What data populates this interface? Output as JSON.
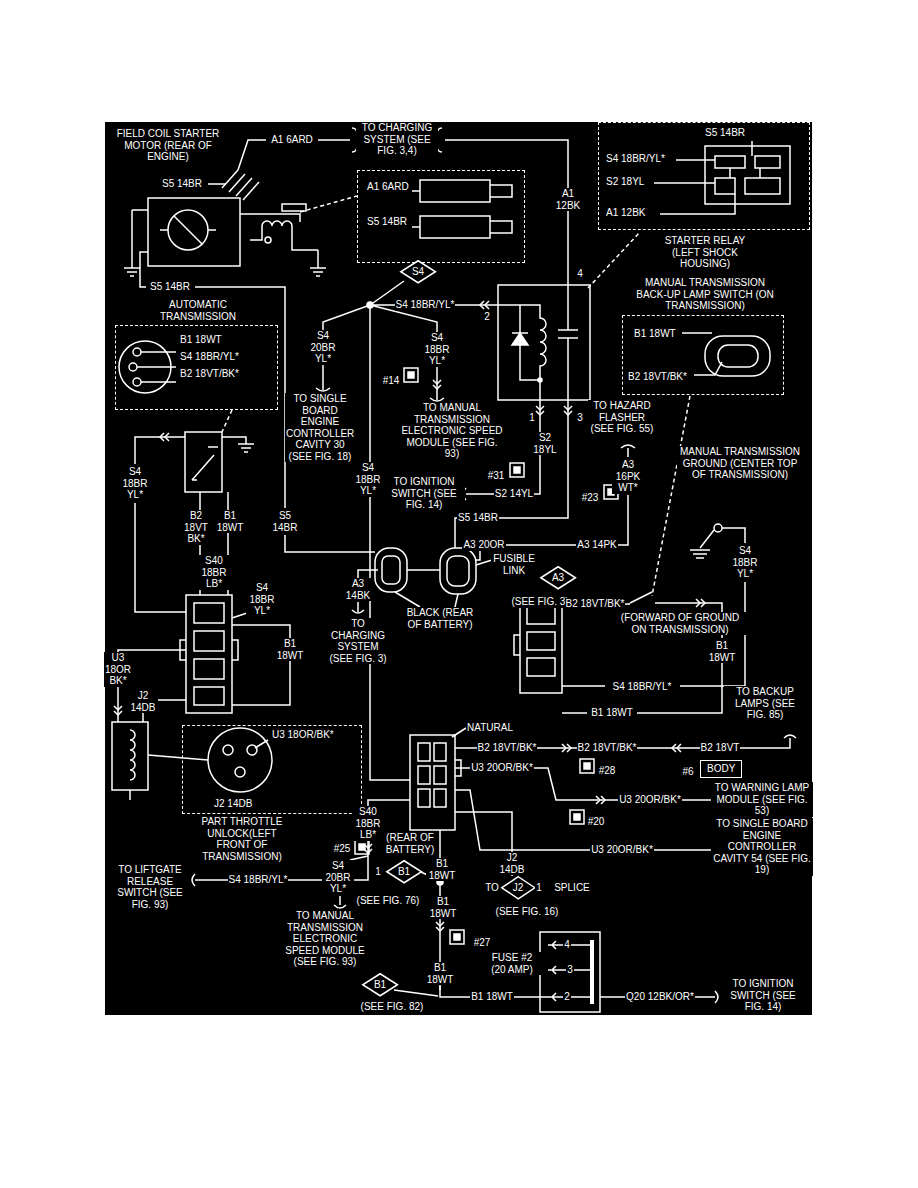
{
  "diagram": {
    "nodes": [
      {
        "text": [
          "A1 6ARD",
          "S5 14BR"
        ]
      },
      {
        "text": [
          "S5 14BR",
          "S4 18BR/YL*",
          "S2 18YL",
          "A1 12BK",
          "STARTER RELAY (LEFT SHOCK HOUSING)"
        ]
      },
      {
        "text": [
          "S4"
        ]
      },
      {
        "text": [
          "AUTOMATIC TRANSMISSION",
          "B1 18WT",
          "S4 18BR/YL*",
          "B2 18VT/BK*"
        ]
      },
      {
        "text": [
          "MANUAL TRANSMISSION BACK-UP LAMP SWITCH (ON TRANSMISSION)",
          "B1 18WT",
          "B2 18VT/BK*"
        ]
      },
      {
        "text": [
          "A3"
        ]
      },
      {
        "text": [
          "U3 18OR/BK*",
          "J2 14DB",
          "PART THROTTLE UNLOCK(LEFT FRONT OF TRANSMISSION)"
        ]
      },
      {
        "text": [
          "BODY"
        ]
      },
      {
        "text": [
          "B1"
        ]
      },
      {
        "text": [
          "J2"
        ]
      },
      {
        "text": [
          "B1"
        ]
      }
    ],
    "labels": [
      "FIELD COIL STARTER MOTOR (REAR OF ENGINE)",
      "A1 6ARD",
      "TO CHARGING SYSTEM (SEE FIG. 3,4)",
      "S5 14BR",
      "A1 12BK",
      "S5 14BR",
      "4",
      "S4 18BR/YL*",
      "2",
      "S4 20BR YL*",
      "S4 18BR YL*",
      "#14",
      "TO SINGLE BOARD ENGINE CONTROLLER CAVITY 30 (SEE FIG. 18)",
      "TO MANUAL TRANSMISSION ELECTRONIC SPEED MODULE (SEE FIG. 93)",
      "1",
      "3",
      "TO HAZARD FLASHER (SEE FIG. 55)",
      "S2 18YL",
      "S4 18BR YL*",
      "S4 18BR YL*",
      "MANUAL TRANSMISSION GROUND (CENTER TOP OF TRANSMISSION)",
      "A3 16PK WT*",
      "#31",
      "TO IGNITION SWITCH (SEE FIG. 14)",
      "S2 14YL",
      "#23",
      "B2 18VT BK*",
      "B1 18WT",
      "S5 14BR",
      "S5 14BR",
      "A3 20OR",
      "A3 14PK",
      "FUSIBLE LINK",
      "S4 18BR YL*",
      "S40 18BR LB*",
      "A3 14BK",
      "S4 18BR YL*",
      "(SEE FIG. 3)",
      "B2 18VT/BK*",
      "BLACK (REAR OF BATTERY)",
      "(FORWARD OF GROUND ON TRANSMISSION)",
      "TO CHARGING SYSTEM (SEE FIG. 3)",
      "B1 18WT",
      "B1 18WT",
      "U3 18OR BK*",
      "S4 18BR/YL*",
      "TO BACKUP LAMPS (SEE FIG. 85)",
      "J2 14DB",
      "B1 18WT",
      "NATURAL",
      "B2 18VT/BK*",
      "B2 18VT/BK*",
      "B2 18VT",
      "U3 20OR/BK*",
      "#28",
      "#6",
      "TO WARNING LAMP MODULE (SEE FIG. 53)",
      "U3 20OR/BK*",
      "S40 18BR LB*",
      "#20",
      "TO SINGLE BOARD ENGINE CONTROLLER CAVITY 54 (SEE FIG. 19)",
      "(REAR OF BATTERY)",
      "#25",
      "U3 20OR/BK*",
      "J2 14DB",
      "B1 18WT",
      "S4 20BR YL*",
      "TO LIFTGATE RELEASE SWITCH (SEE FIG. 93)",
      "1",
      "S4 18BR/YL*",
      "TO",
      "1",
      "SPLICE",
      "(SEE FIG. 76)",
      "B1 18WT",
      "(SEE FIG. 16)",
      "TO MANUAL TRANSMISSION ELECTRONIC SPEED MODULE (SEE FIG. 93)",
      "#27",
      "4",
      "FUSE #2 (20 AMP)",
      "B1 18WT",
      "3",
      "TO IGNITION SWITCH (SEE FIG. 14)",
      "2",
      "B1 18WT",
      "Q20 12BK/OR*",
      "(SEE FIG. 82)"
    ]
  }
}
